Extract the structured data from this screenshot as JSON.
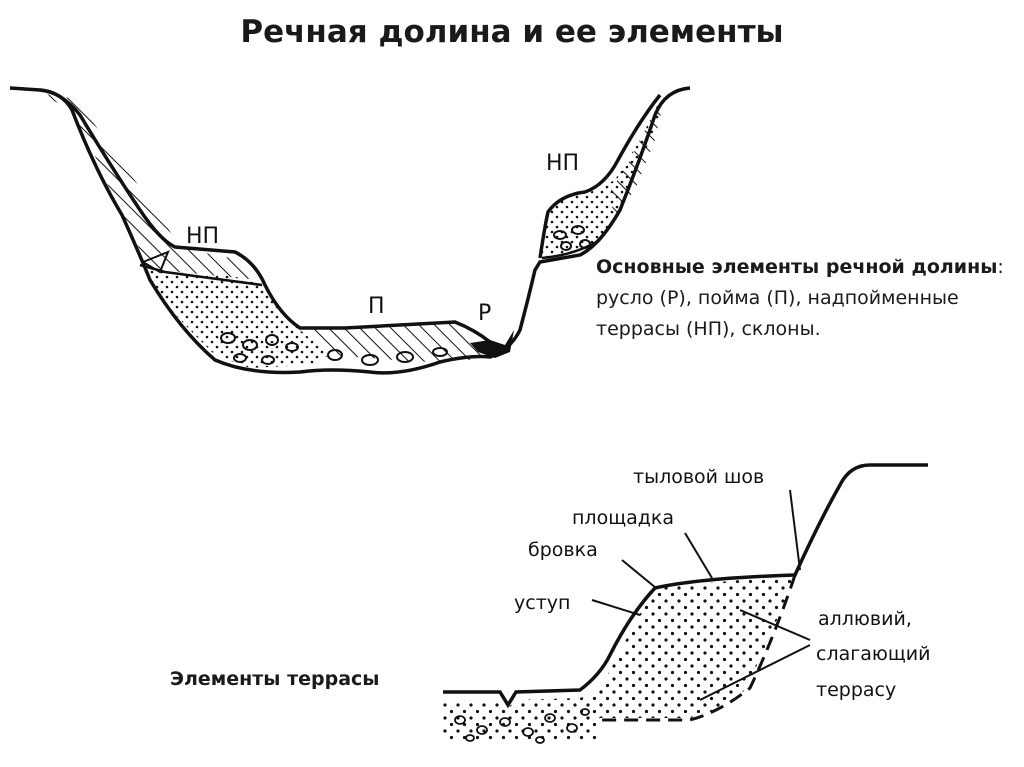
{
  "title": "Речная долина и ее элементы",
  "description": {
    "heading": "Основные элементы речной долины",
    "separator": ":",
    "text": "русло (Р), пойма (П), надпойменные террасы (НП), склоны."
  },
  "valley_labels": {
    "terrace_left": "НП",
    "terrace_right": "НП",
    "floodplain": "П",
    "channel": "Р"
  },
  "terrace_section": {
    "title": "Элементы террасы",
    "labels": {
      "rear_seam": "тыловой шов",
      "platform": "площадка",
      "edge": "бровка",
      "ledge": "уступ",
      "alluvium_1": "аллювий,",
      "alluvium_2": "слагающий",
      "alluvium_3": "террасу"
    }
  }
}
